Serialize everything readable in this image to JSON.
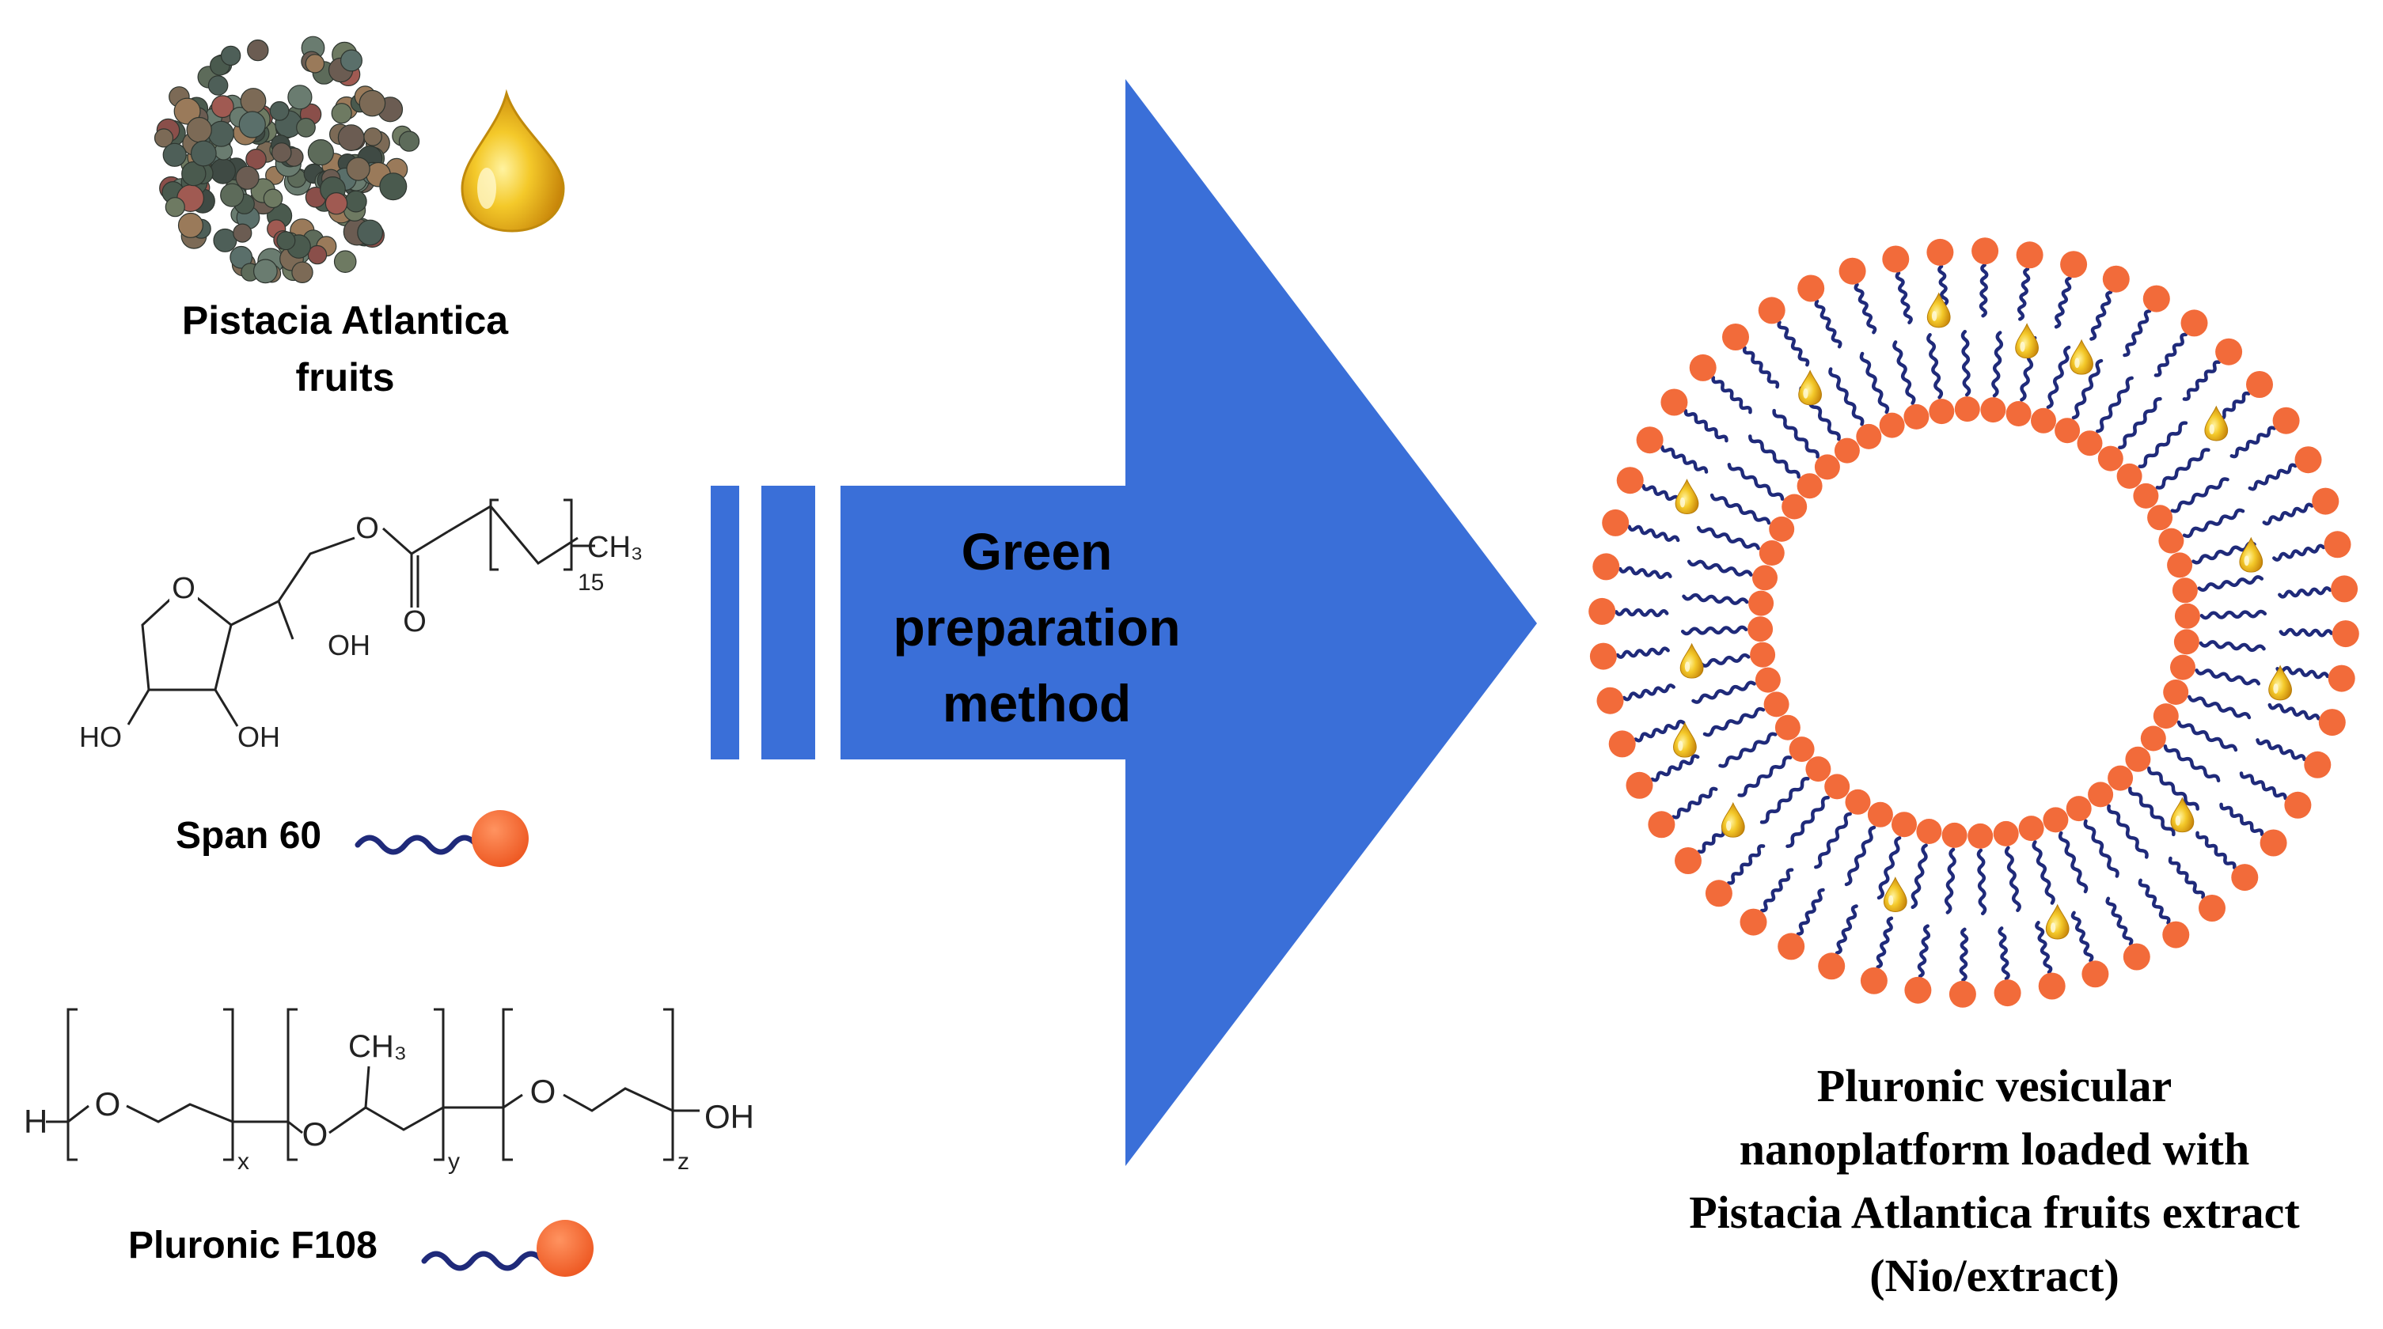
{
  "ingredient_1": {
    "line1": "Pistacia Atlantica",
    "line2": "fruits"
  },
  "ingredient_2": {
    "name": "Span 60",
    "structure": {
      "subscript": "15",
      "methyl": "CH₃",
      "oxygen": "O",
      "hydroxyl": "OH",
      "hydroxyl_left": "HO"
    }
  },
  "ingredient_3": {
    "name": "Pluronic F108",
    "structure": {
      "hydrogen": "H",
      "oxygen": "O",
      "methyl": "CH₃",
      "hydroxyl": "OH",
      "sub_x": "x",
      "sub_y": "y",
      "sub_z": "z"
    }
  },
  "process": {
    "line1": "Green",
    "line2": "preparation",
    "line3": "method"
  },
  "product": {
    "line1": "Pluronic vesicular",
    "line2": "nanoplatform loaded with",
    "line3": "Pistacia Atlantica fruits extract",
    "line4": "(Nio/extract)"
  },
  "colors": {
    "arrow_blue": "#3a6fd8",
    "head_orange": "#f26b3a",
    "tail_navy": "#1f2a7a",
    "oil_gold": "#f2c21a"
  },
  "icons": [
    "fruit-cluster-icon",
    "oil-drop-icon",
    "surfactant-icon"
  ]
}
